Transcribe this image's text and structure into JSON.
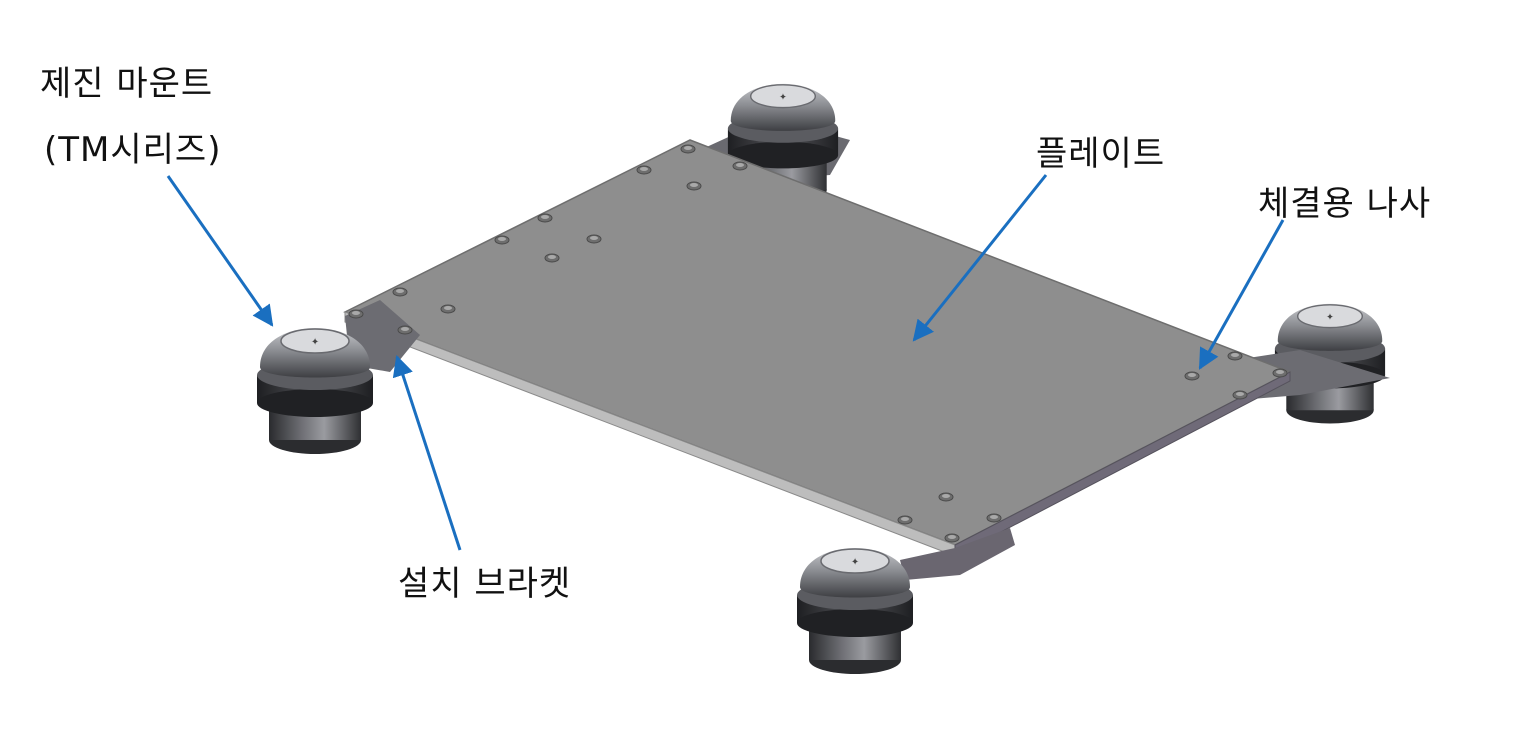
{
  "labels": {
    "vibration_mount_line1": "제진 마운트",
    "vibration_mount_line2": "(TM시리즈)",
    "plate": "플레이트",
    "fastening_screw": "체결용 나사",
    "installation_bracket": "설치 브라켓"
  },
  "colors": {
    "arrow": "#1a6fc0",
    "plate_top": "#8e8e8e",
    "plate_edge": "#b9b9b9",
    "mount_body": "#5a5a5e",
    "text": "#111111"
  }
}
